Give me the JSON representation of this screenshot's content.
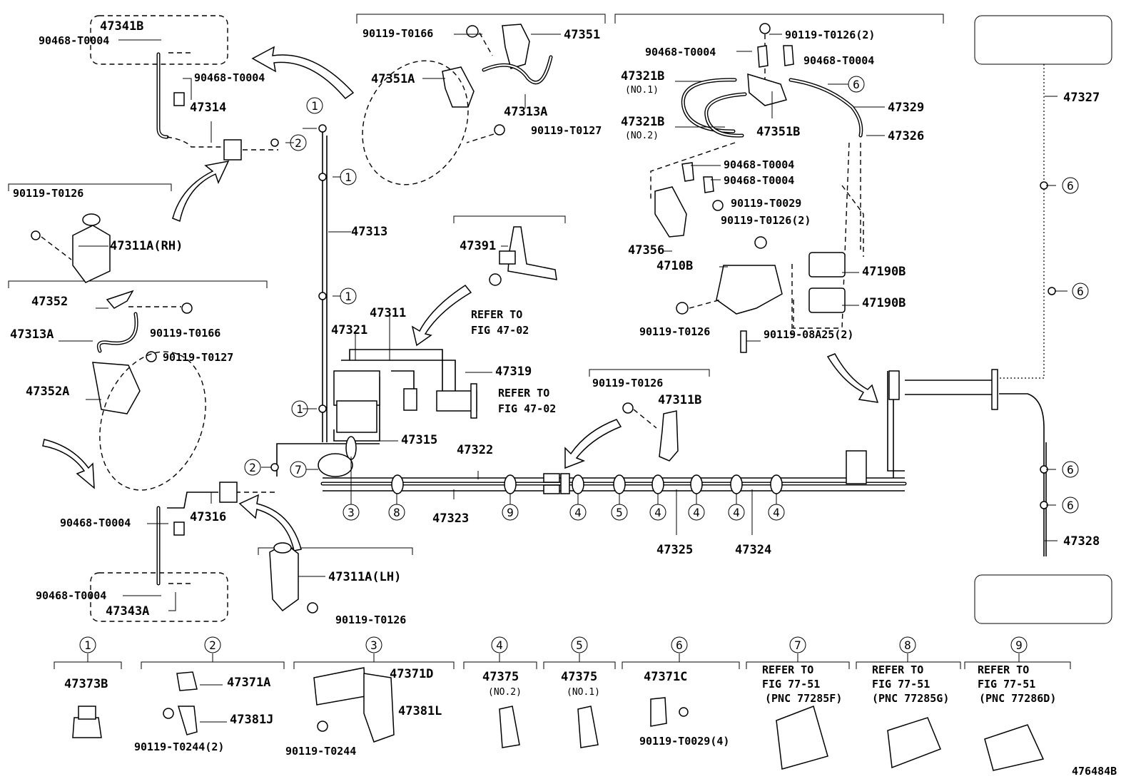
{
  "diagram": {
    "figure_id": "476484B",
    "part_labels": {
      "p47341B": "47341B",
      "p90468_a": "90468-T0004",
      "p90468_b": "90468-T0004",
      "p47314": "47314",
      "p90119_T0126_rh": "90119-T0126",
      "p47311A_RH": "47311A(RH)",
      "p47352": "47352",
      "p47313A_l": "47313A",
      "p90119_T0166_l": "90119-T0166",
      "p90119_T0127_l": "90119-T0127",
      "p47352A": "47352A",
      "p90468_c": "90468-T0004",
      "p47316": "47316",
      "p90468_d": "90468-T0004",
      "p47343A": "47343A",
      "p47311A_LH": "47311A(LH)",
      "p90119_T0126_lh": "90119-T0126",
      "p90119_T0166_t": "90119-T0166",
      "p47351": "47351",
      "p47351A": "47351A",
      "p47313A_t": "47313A",
      "p90119_T0127_t": "90119-T0127",
      "p47313": "47313",
      "p47391": "47391",
      "p47311": "47311",
      "p47321": "47321",
      "p47319": "47319",
      "p47315": "47315",
      "p47322": "47322",
      "p47323": "47323",
      "p90119_T0126_m": "90119-T0126",
      "p47311B": "47311B",
      "p47325": "47325",
      "p47324": "47324",
      "p90119_T0126_2a": "90119-T0126(2)",
      "p90468_e": "90468-T0004",
      "p90468_f": "90468-T0004",
      "p47321B_1": "47321B",
      "p47321B_2": "47321B",
      "p47351B": "47351B",
      "p47329": "47329",
      "p47326": "47326",
      "p90468_g": "90468-T0004",
      "p90468_h": "90468-T0004",
      "p90119_T0029": "90119-T0029",
      "p90119_T0126_2b": "90119-T0126(2)",
      "p47356": "47356",
      "p4710B": "4710B",
      "p47190B_1": "47190B",
      "p47190B_2": "47190B",
      "p90119_T0126_r": "90119-T0126",
      "p90119_08A25": "90119-08A25(2)",
      "p47327": "47327",
      "p47328": "47328"
    },
    "sub_labels": {
      "no1": "(NO.1)",
      "no2": "(NO.2)"
    },
    "references": {
      "refer_to": "REFER TO",
      "fig_47_02": "FIG 47-02",
      "fig_77_51": "FIG 77-51",
      "pnc_77285F": "(PNC 77285F)",
      "pnc_77285G": "(PNC 77285G)",
      "pnc_77286D": "(PNC 77286D)"
    },
    "callout_numbers": [
      "1",
      "2",
      "3",
      "4",
      "5",
      "6",
      "7",
      "8",
      "9"
    ],
    "legend": [
      {
        "callout": "1",
        "parts": [
          "47373B"
        ]
      },
      {
        "callout": "2",
        "parts": [
          "47371A",
          "47381J",
          "90119-T0244(2)"
        ]
      },
      {
        "callout": "3",
        "parts": [
          "47371D",
          "47381L",
          "90119-T0244"
        ]
      },
      {
        "callout": "4",
        "parts": [
          "47375",
          "(NO.2)"
        ]
      },
      {
        "callout": "5",
        "parts": [
          "47375",
          "(NO.1)"
        ]
      },
      {
        "callout": "6",
        "parts": [
          "47371C",
          "90119-T0029(4)"
        ]
      },
      {
        "callout": "7",
        "parts": [
          "REFER TO",
          "FIG 77-51",
          "(PNC 77285F)"
        ]
      },
      {
        "callout": "8",
        "parts": [
          "REFER TO",
          "FIG 77-51",
          "(PNC 77285G)"
        ]
      },
      {
        "callout": "9",
        "parts": [
          "REFER TO",
          "FIG 77-51",
          "(PNC 77286D)"
        ]
      }
    ]
  }
}
